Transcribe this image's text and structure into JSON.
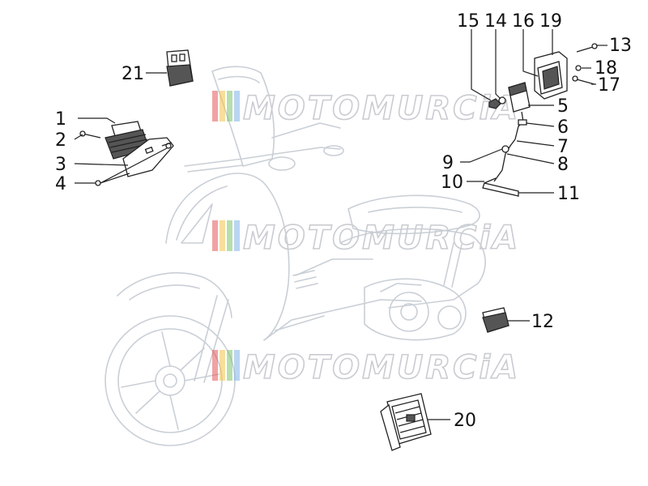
{
  "watermark": {
    "text": "MOTOMURCiA",
    "stripe_colors": [
      "#e45757",
      "#f2c24a",
      "#7cc36a",
      "#7fb3e6"
    ]
  },
  "callouts": {
    "c1": "1",
    "c2": "2",
    "c3": "3",
    "c4": "4",
    "c5": "5",
    "c6": "6",
    "c7": "7",
    "c8": "8",
    "c9": "9",
    "c10": "10",
    "c11": "11",
    "c12": "12",
    "c13": "13",
    "c14": "14",
    "c15": "15",
    "c16": "16",
    "c17": "17",
    "c18": "18",
    "c19": "19",
    "c20": "20",
    "c21": "21"
  }
}
